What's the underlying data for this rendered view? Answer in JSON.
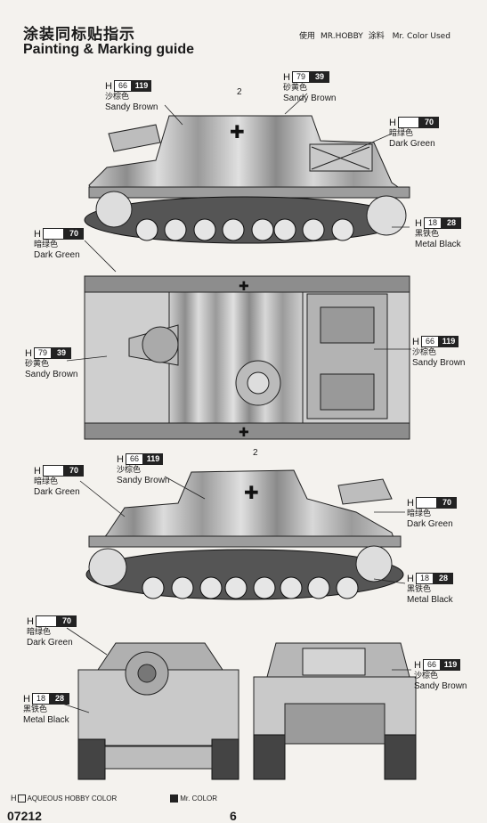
{
  "header": {
    "title_cn": "涂装同标贴指示",
    "title_en": "Painting & Marking guide",
    "used_cn": "使用",
    "used_brand": "MR.HOBBY",
    "used_cn2": "涂料",
    "used_en": "Mr. Color Used"
  },
  "callouts": {
    "top_sandy": {
      "h": "H",
      "hobby": "66",
      "mr": "119",
      "cn": "沙棕色",
      "en": "Sandy Brown"
    },
    "top_sandy2": {
      "h": "H",
      "hobby": "79",
      "mr": "39",
      "cn": "砂黄色",
      "en": "Sandy Brown"
    },
    "top_dark_green": {
      "h": "H",
      "hobby": "",
      "mr": "70",
      "cn": "暗绿色",
      "en": "Dark Green"
    },
    "top_metal_black": {
      "h": "H",
      "hobby": "18",
      "mr": "28",
      "cn": "黑铁色",
      "en": "Metal  Black"
    },
    "plan_dark_green": {
      "h": "H",
      "hobby": "",
      "mr": "70",
      "cn": "暗绿色",
      "en": "Dark Green"
    },
    "plan_sandy_left": {
      "h": "H",
      "hobby": "79",
      "mr": "39",
      "cn": "砂黄色",
      "en": "Sandy Brown"
    },
    "plan_sandy_right": {
      "h": "H",
      "hobby": "66",
      "mr": "119",
      "cn": "沙棕色",
      "en": "Sandy Brown"
    },
    "side2_dark_green": {
      "h": "H",
      "hobby": "",
      "mr": "70",
      "cn": "暗绿色",
      "en": "Dark Green"
    },
    "side2_sandy": {
      "h": "H",
      "hobby": "66",
      "mr": "119",
      "cn": "沙棕色",
      "en": "Sandy Brown"
    },
    "side2_dark_green_r": {
      "h": "H",
      "hobby": "",
      "mr": "70",
      "cn": "暗绿色",
      "en": "Dark Green"
    },
    "side2_metal_black": {
      "h": "H",
      "hobby": "18",
      "mr": "28",
      "cn": "黑铁色",
      "en": "Metal Black"
    },
    "front_dark_green": {
      "h": "H",
      "hobby": "",
      "mr": "70",
      "cn": "暗绿色",
      "en": "Dark Green"
    },
    "front_metal_black": {
      "h": "H",
      "hobby": "18",
      "mr": "28",
      "cn": "黑铁色",
      "en": "Metal  Black"
    },
    "rear_sandy": {
      "h": "H",
      "hobby": "66",
      "mr": "119",
      "cn": "沙棕色",
      "en": "Sandy Brown"
    }
  },
  "labels": {
    "top_num": "2",
    "side2_num": "2"
  },
  "legend": {
    "hobby_label": "AQUEOUS HOBBY COLOR",
    "mr_label": "Mr. COLOR"
  },
  "footer": {
    "left_num": "07212",
    "page_num": "6"
  },
  "colors": {
    "paper": "#f4f2ee",
    "hull_light": "#d9d9d9",
    "hull_mid": "#a9a9a9",
    "hull_dark": "#6f6f6f",
    "ink": "#1a1a1a"
  }
}
